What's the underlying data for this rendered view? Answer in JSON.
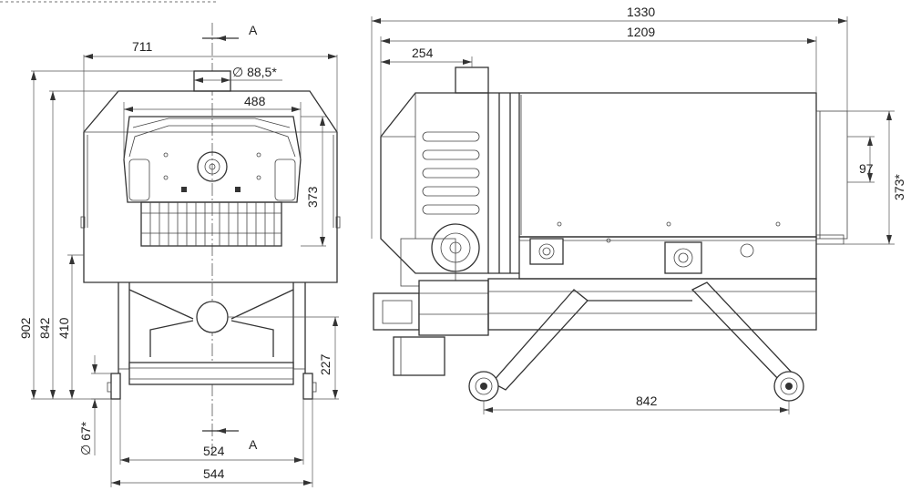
{
  "front_view": {
    "dims": {
      "overall_width": "711",
      "flue_diameter": "∅ 88,5*",
      "inner_width": "488",
      "height_373": "373",
      "height_902": "902",
      "height_842": "842",
      "height_410": "410",
      "height_227": "227",
      "wheel_diameter": "∅ 67*",
      "wheel_gauge": "524",
      "base_width": "544"
    },
    "section_marker": "A"
  },
  "side_view": {
    "dims": {
      "overall_length": "1330",
      "body_length": "1209",
      "flue_offset": "254",
      "outlet_height": "97",
      "outlet_height_373": "373*",
      "wheelbase": "842"
    }
  }
}
